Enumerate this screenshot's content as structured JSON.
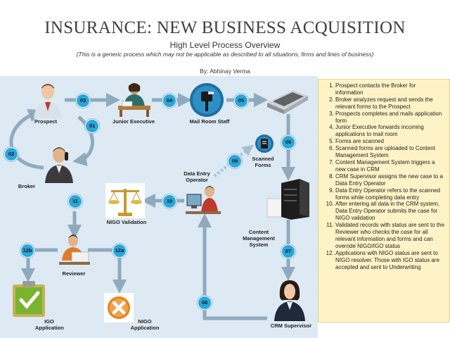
{
  "header": {
    "title": "INSURANCE: NEW BUSINESS ACQUISITION",
    "subtitle": "High Level Process Overview",
    "disclaimer": "(This is a generic process which may not be applicable as described to all situations, firms and lines of business)",
    "author": "By: Abhinay Verma"
  },
  "nodes": {
    "prospect": "Prospect",
    "junior_executive": "Junior Executive",
    "mail_room_staff": "Mail Room Staff",
    "broker": "Broker",
    "scanned_forms": "Scanned Forms",
    "data_entry_operator": "Data Entry Operator",
    "nigo_validation": "NIGO Validation",
    "content_management_system": "Content Management System",
    "reviewer": "Reviewer",
    "igo_application": "IGO Application",
    "nigo_application": "NIGO Application",
    "crm_supervisor": "CRM Supervisor"
  },
  "steps": {
    "s01": "01",
    "s02": "02",
    "s03": "03",
    "s04": "04",
    "s05": "05",
    "s06": "06",
    "s07": "07",
    "s08": "08",
    "s09": "09",
    "s10": "10",
    "s11": "11",
    "s12a": "12a",
    "s12b": "12b"
  },
  "process_steps": [
    "Prospect contacts the Broker for information",
    "Broker analyzes request and sends the relevant forms to the Prospect",
    "Prospects completes and mails application form",
    "Junior Executive forwards incoming applications to mail room",
    "Forms are scanned",
    "Scanned forms are uploaded to Content Management System",
    "Content Management System triggers a new case in CRM",
    "CRM Supervisor assigns the new case to a Data Entry Operator",
    "Data Entry Operator refers to the scanned forms while completing data entry",
    "After entering all data in the CRM system, Data Entry Operator submits the case for NIGO validation",
    "Validated records with status are sent to the Reviewer who checks the case for all relevant information and forms and can override NIGO/IGO status",
    "Applications with NIGO status are sent to NIGO resolver. Those with IGO status are accepted and sent to Underwriting"
  ],
  "colors": {
    "diagram_background": "#dde9f3",
    "flow_arrow": "#8faabd",
    "step_badge": "#2aa6d9",
    "notes_panel": "#fdf3c6",
    "igo_check": "#7ab32e",
    "nigo_cross": "#e8821e"
  },
  "icons": {
    "prospect": "person-icon",
    "junior_executive": "clerk-icon",
    "mail_room_staff": "mailbox-icon",
    "broker": "phone-agent-icon",
    "scanner": "scanner-icon",
    "scanned_forms": "document-icon",
    "data_entry_operator": "computer-operator-icon",
    "nigo_validation": "scales-icon",
    "content_management_system": "server-icon",
    "reviewer": "reviewer-icon",
    "igo_application": "checkmark-clipboard-icon",
    "nigo_application": "cross-circle-icon",
    "crm_supervisor": "supervisor-icon"
  }
}
